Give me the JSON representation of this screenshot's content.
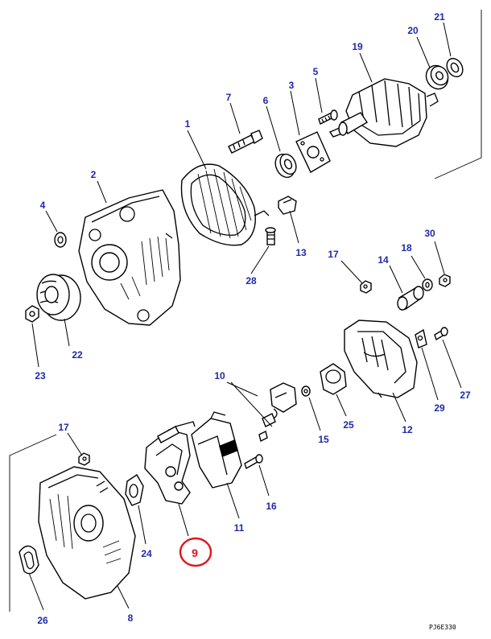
{
  "callouts": {
    "n1": "1",
    "n2": "2",
    "n3": "3",
    "n4": "4",
    "n5": "5",
    "n6": "6",
    "n7": "7",
    "n8": "8",
    "n9": "9",
    "n10": "10",
    "n11": "11",
    "n12": "12",
    "n13": "13",
    "n14": "14",
    "n15": "15",
    "n16": "16",
    "n17a": "17",
    "n17b": "17",
    "n18": "18",
    "n19": "19",
    "n20": "20",
    "n21": "21",
    "n22": "22",
    "n23": "23",
    "n24": "24",
    "n25": "25",
    "n26": "26",
    "n27": "27",
    "n28": "28",
    "n29": "29",
    "n30": "30"
  },
  "highlighted_callout": "9",
  "drawing_code": "PJ6E330",
  "colors": {
    "callout_text": "#1f2aa8",
    "highlight": "#e0141e",
    "line": "#000000"
  }
}
